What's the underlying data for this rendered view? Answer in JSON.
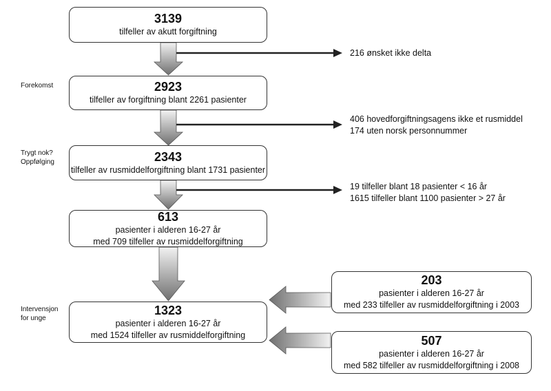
{
  "boxes": {
    "b1": {
      "number": "3139",
      "lines": [
        "tilfeller av akutt forgiftning"
      ]
    },
    "b2": {
      "number": "2923",
      "lines": [
        "tilfeller av forgiftning blant 2261 pasienter"
      ]
    },
    "b3": {
      "number": "2343",
      "lines": [
        "tilfeller av rusmiddelforgiftning blant 1731 pasienter"
      ]
    },
    "b4": {
      "number": "613",
      "lines": [
        "pasienter i alderen 16-27 år",
        "med 709 tilfeller av rusmiddelforgiftning"
      ]
    },
    "b5": {
      "number": "1323",
      "lines": [
        "pasienter i alderen 16-27 år",
        "med 1524 tilfeller av rusmiddelforgiftning"
      ]
    },
    "b6": {
      "number": "203",
      "lines": [
        "pasienter i alderen 16-27 år",
        "med 233 tilfeller av rusmiddelforgiftning i 2003"
      ]
    },
    "b7": {
      "number": "507",
      "lines": [
        "pasienter i alderen 16-27 år",
        "med 582 tilfeller av rusmiddelforgiftning i 2008"
      ]
    }
  },
  "exclusions": {
    "e1": [
      "216 ønsket ikke delta"
    ],
    "e2": [
      "406 hovedforgiftningsagens ikke et rusmiddel",
      "174 uten norsk personnummer"
    ],
    "e3": [
      "19 tilfeller blant 18 pasienter < 16 år",
      "1615 tilfeller blant 1100 pasienter > 27 år"
    ]
  },
  "side_labels": {
    "forekomst": [
      "Forekomst"
    ],
    "trygt": [
      "Trygt nok?",
      "Oppfølging"
    ],
    "intervensjon": [
      "Intervensjon",
      "for unge"
    ]
  },
  "colors": {
    "border": "#333333",
    "arrow_dark": "#707070",
    "arrow_light": "#f2f2f2",
    "line": "#222222"
  }
}
